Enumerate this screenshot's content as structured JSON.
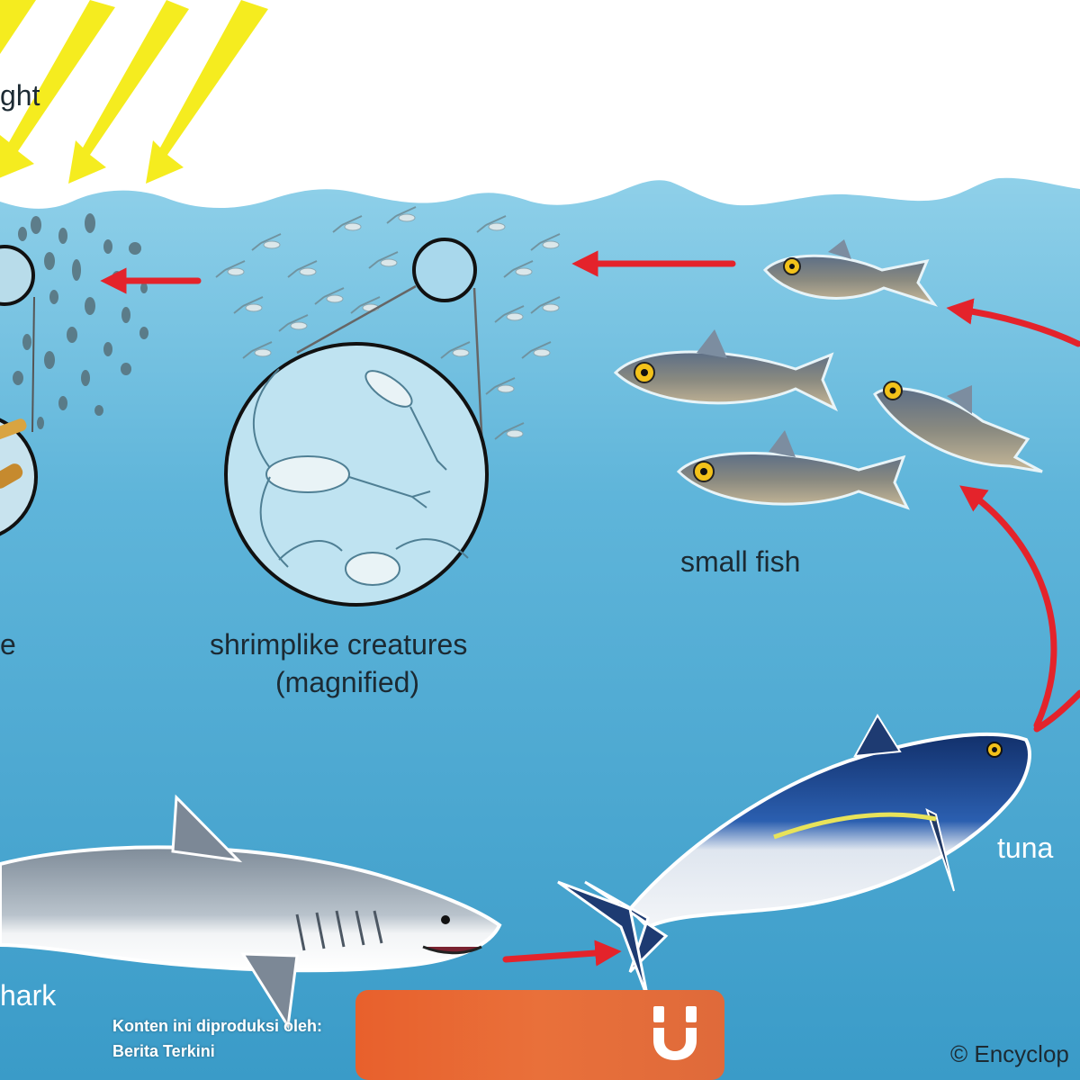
{
  "labels": {
    "sunlight": "ght",
    "plankton": "e",
    "shrimp_line1": "shrimplike creatures",
    "shrimp_line2": "(magnified)",
    "small_fish": "small fish",
    "tuna": "tuna",
    "shark": "hark"
  },
  "credit": "© Encyclop",
  "overlay": {
    "line1": "Konten ini diproduksi oleh:",
    "line2": "Berita Terkini"
  },
  "colors": {
    "water_top": "#8fcfe8",
    "water_bottom": "#3b9cc9",
    "sun_rays": "#f5ec1f",
    "arrow": "#e4232b",
    "banner": "#e8652f"
  },
  "icons": {
    "banner_logo": "u-logo-icon"
  }
}
